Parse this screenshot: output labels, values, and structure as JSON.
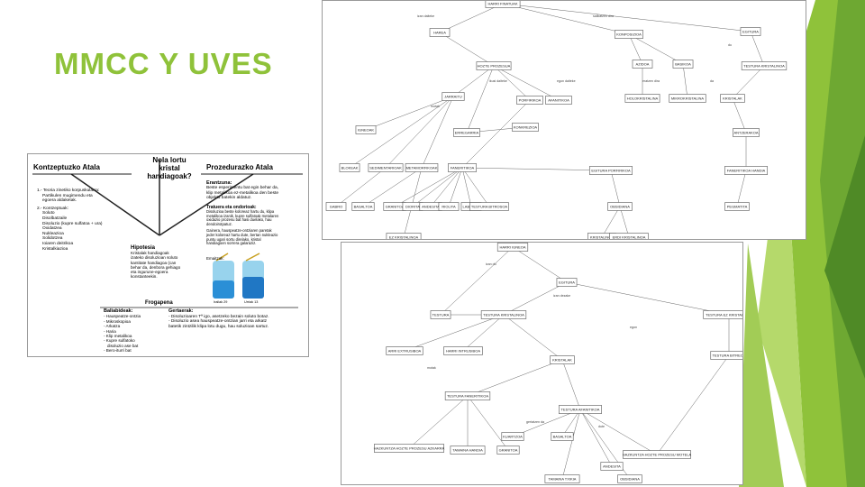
{
  "slide": {
    "title": "MMCC Y UVES"
  },
  "colors": {
    "accent": "#8fc23a",
    "accent_dark": "#5a8f29",
    "accent_light": "#b5d96b"
  },
  "uve": {
    "question": "Nola lortu kristal handiagoak?",
    "left_title": "Kontzeptuzko Atala",
    "right_title": "Prozedurazko Atala",
    "theory_lines": [
      "1.- Teoria zinetiko korpuskularra:",
      "Partikulen mugimendu eta",
      "egoera aldaketak.",
      "2.- Kontzeptuak:",
      "Soluto",
      "Disolbatzaile",
      "Disoluzio (kupre sulfatoa + ura)",
      "Oxidatzea",
      "Nukleazioa",
      "Solidotzea",
      "Ioiaren deitrikoa",
      "Kristalkiazioa"
    ],
    "erantzuna_title": "Erantzuna:",
    "erantzuna_lines": [
      "Beste esperimentu bat egin behar da,",
      "klip metalikoa ez-metalikoa den beste",
      "objektu batekin aldatuz."
    ],
    "tratamendua_title": "Tratuera eta ondorioak:",
    "tratamendua_lines": [
      "Disoluzioa beste koloreaz hartu du, klipa",
      "metalikoa izanik, kupre sulfatoak metalaren",
      "oxidazio prozesu bat hasi duelako, hau",
      "dendoirotpatuz.",
      "Gainera, hauspeatze-ontziaren paretak",
      "jeder koloreaz hartu dute, bertan nukleazio",
      "puntu ugari sortu direlako, kristal",
      "handiagoen sorrera galaraziz."
    ],
    "emaitzak_title": "Emaitzak:",
    "photo_captions": [
      "Irailak 29",
      "Urriak 13"
    ],
    "hipotesia_title": "Hipotesia",
    "hipotesia_lines": [
      "Kristalak handiagoak",
      "izateko disoluzioan soluto",
      "kantitate handiagoa (can",
      "behar da, denbora gehiago",
      "eta ingurune-egoera",
      "konstanteekin."
    ],
    "frogapena_title": "Frogapena",
    "baliabideak_title": "Baliabideak:",
    "baliabideak_lines": [
      "- Hauspeatze-ontzia",
      "- Mikroskopioa",
      "- Arkatza",
      "- Haria",
      "- Klip metalikoa",
      "- Kupre sulfatoko",
      "disoluzio ase bat",
      "- Bero-iturri bat"
    ],
    "gertaerak_title": "Gertaerak:",
    "gertaerak_lines": [
      "- Disoluzioaren Tª igo, asetzeko bezain soluto botaz.",
      "- Disoluzio asea hauspeatze-ontzian jarri eta arkatz",
      "batetik zintzilik klipa lotu dugu, hau soluzioan sartuz."
    ]
  },
  "map1": {
    "nodes": [
      "HARRI FINATUAK",
      "HAREA",
      "KONPOSIZIOA",
      "EGITURA",
      "HOZTE PROZESUA",
      "AZIDOA",
      "BASIKOA",
      "TESTURA KRISTALINOA",
      "IGNEOAK",
      "JARRAITU",
      "BLOKEAK",
      "SEDIMENTARIOAK",
      "METAMORFIKOAK",
      "HOLOKRISTALINA",
      "MIKROKRISTALINA",
      "KRISTALAK",
      "ANTZERAKOA",
      "KONKREZIOA",
      "ERREGARRIA",
      "PORFIRIKOA",
      "AFANITIKOA",
      "FANERITIKOA",
      "EGITURA PORFIRIKOA",
      "FANERITIKOA HANDIA",
      "GABRO",
      "BASALTOA",
      "GRANITOA",
      "DIORITA",
      "ANDESITA",
      "RIOLITA",
      "LABURRA",
      "TESTURA BITROSOA",
      "OBSIDIANA",
      "PEGMATITA",
      "KRISTALINOA",
      "ERDI KRISTALINOA",
      "EZ KRISTALINOA"
    ],
    "labels": [
      "izan daiteke",
      "sailkatzen dira",
      "du",
      "ikusi daiteke",
      "egon daiteke",
      "eratzen dira",
      "da",
      "motak"
    ]
  },
  "map2": {
    "nodes": [
      "HARRI IGNEOA",
      "EGITURA",
      "TESTURA",
      "TESTURA KRISTALINOA",
      "TESTURA EZ KRISTALINOA",
      "ARRI EXTRUSIBOA",
      "HARRI INTRUSIBOA",
      "KRISTALAK",
      "TESTURA FANERITIKOA",
      "TESTURA AFANITIKOA",
      "TESTURA BITREOA",
      "HAZKUNTZA HOZTE PROZESU AZKARRA",
      "TAMAINA HANDIA",
      "GRANITOA",
      "KUARTZOA",
      "BASALTOA",
      "ANDESITA",
      "TAMAINA TXIKIA",
      "OBSIDIANA",
      "HAZKUNTZA HOZTE PROZESU MOTELA"
    ],
    "labels": [
      "izan du",
      "izan dezake",
      "egon",
      "motak",
      "gertatzen da",
      "dute"
    ]
  }
}
